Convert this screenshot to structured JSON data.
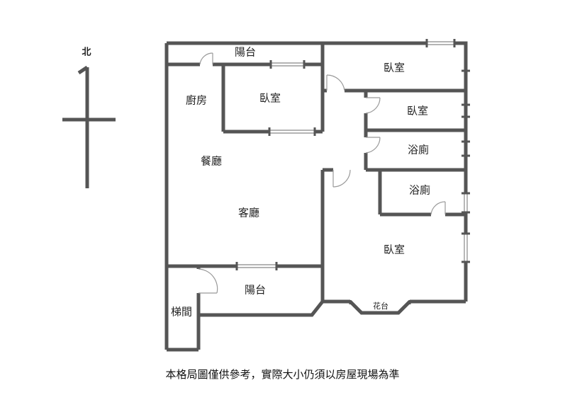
{
  "compass": {
    "label": "北"
  },
  "rooms": {
    "balcony_north": "陽台",
    "bedroom_top_right": "臥室",
    "kitchen": "廚房",
    "bedroom_center": "臥室",
    "bedroom_right_middle": "臥室",
    "bathroom_upper": "浴廁",
    "dining": "餐廳",
    "bathroom_lower": "浴廁",
    "living": "客廳",
    "bedroom_master": "臥室",
    "balcony_south": "陽台",
    "stairwell": "梯間",
    "planter": "花台"
  },
  "caption": "本格局圖僅供參考，實際大小仍須以房屋現場為準",
  "colors": {
    "wall": "#555555",
    "door": "#999999",
    "text": "#222222"
  }
}
